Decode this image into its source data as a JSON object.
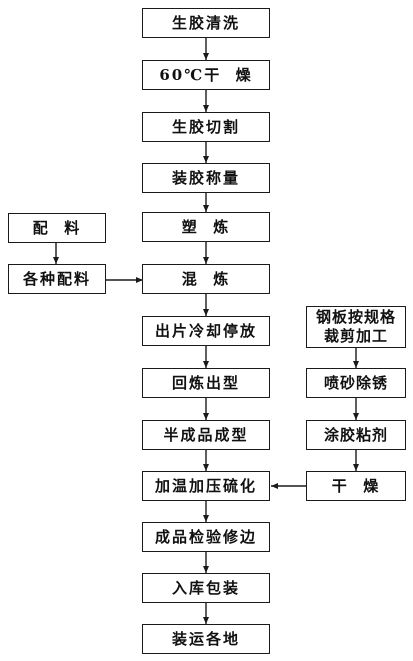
{
  "nodes": {
    "n1": "生胶清洗",
    "n2": "60℃干  燥",
    "n3": "生胶切割",
    "n4": "装胶称量",
    "n5": "塑  炼",
    "n6": "混  炼",
    "n7": "出片冷却停放",
    "n8": "回炼出型",
    "n9": "半成品成型",
    "n10": "加温加压硫化",
    "n11": "成品检验修边",
    "n12": "入库包装",
    "n13": "装运各地",
    "p1": "配  料",
    "p2": "各种配料",
    "r1": "钢板按规格\n裁剪加工",
    "r2": "喷砂除锈",
    "r3": "涂胶粘剂",
    "r4": "干  燥"
  },
  "colors": {
    "line": "#1a1a1a",
    "background": "#ffffff"
  }
}
